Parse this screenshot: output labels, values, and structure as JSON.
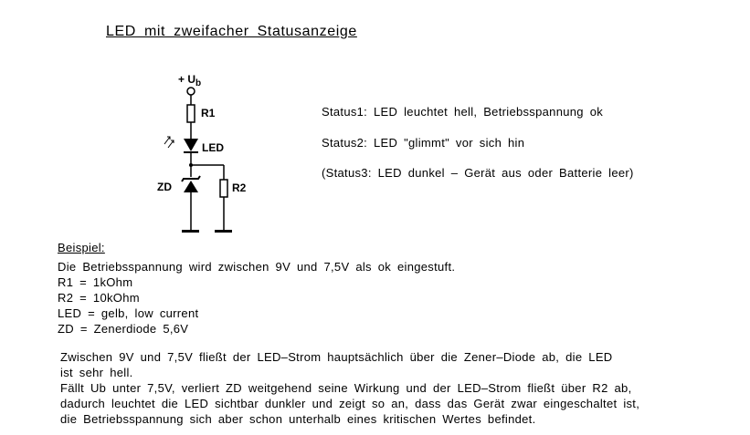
{
  "title": "LED  mit  zweifacher  Statusanzeige",
  "schematic": {
    "supply_label": "+ U",
    "supply_sub": "b",
    "r1_label": "R1",
    "led_label": "LED",
    "zd_label": "ZD",
    "r2_label": "R2"
  },
  "status": {
    "s1": "Status1:  LED  leuchtet hell, Betriebsspannung  ok",
    "s2": "Status2:  LED  \"glimmt\"  vor  sich  hin",
    "s3": "(Status3:  LED  dunkel  –  Gerät  aus  oder  Batterie  leer)"
  },
  "example": {
    "heading": "Beispiel:",
    "lines": [
      "Die  Betriebsspannung  wird  zwischen  9V  und  7,5V  als  ok  eingestuft.",
      "R1  =  1kOhm",
      "R2  =  10kOhm",
      "LED  =  gelb,  low  current",
      "ZD  =  Zenerdiode  5,6V"
    ]
  },
  "explanation": {
    "lines": [
      "Zwischen  9V  und  7,5V  fließt  der  LED–Strom  hauptsächlich  über  die  Zener–Diode  ab,  die  LED",
      "ist  sehr  hell.",
      "Fällt  Ub  unter  7,5V,  verliert  ZD  weitgehend  seine  Wirkung  und  der  LED–Strom  fließt  über  R2  ab,",
      "dadurch  leuchtet  die  LED  sichtbar  dunkler  und  zeigt  so  an,  dass  das  Gerät  zwar  eingeschaltet  ist,",
      "die  Betriebsspannung  sich  aber  schon  unterhalb  eines  kritischen  Wertes  befindet."
    ]
  }
}
